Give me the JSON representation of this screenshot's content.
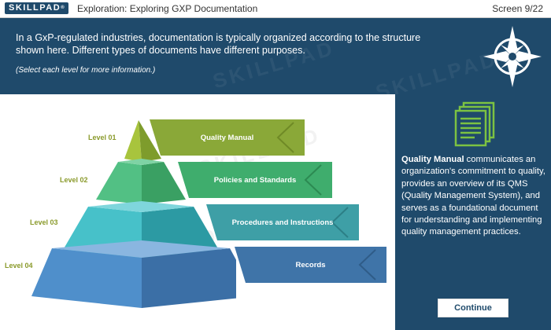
{
  "app": {
    "logo": "SKILLPAD",
    "logo_mark": "®",
    "title": "Exploration: Exploring GXP Documentation",
    "screen": "Screen 9/22"
  },
  "intro": {
    "text": "In a GxP-regulated industries, documentation is typically organized according to the structure shown here. Different types of documents have different purposes.",
    "hint": "(Select each level for more information.)"
  },
  "levels": [
    {
      "level": "Level 01",
      "label": "Quality Manual",
      "color": "#8aa838"
    },
    {
      "level": "Level 02",
      "label": "Policies and Standards",
      "color": "#3fad6d"
    },
    {
      "level": "Level 03",
      "label": "Procedures and Instructions",
      "color": "#3e9fa6"
    },
    {
      "level": "Level 04",
      "label": "Records",
      "color": "#3f74a8"
    }
  ],
  "detail": {
    "term": "Quality Manual",
    "text": " communicates an organization's commitment to quality, provides an overview of its QMS (Quality Management System), and serves as a foundational document for understanding and implementing quality management practices."
  },
  "continue_label": "Continue",
  "watermark": "SKILLPAD",
  "colors": {
    "navy": "#1f4a6b",
    "doc_icon": "#7cc242"
  }
}
